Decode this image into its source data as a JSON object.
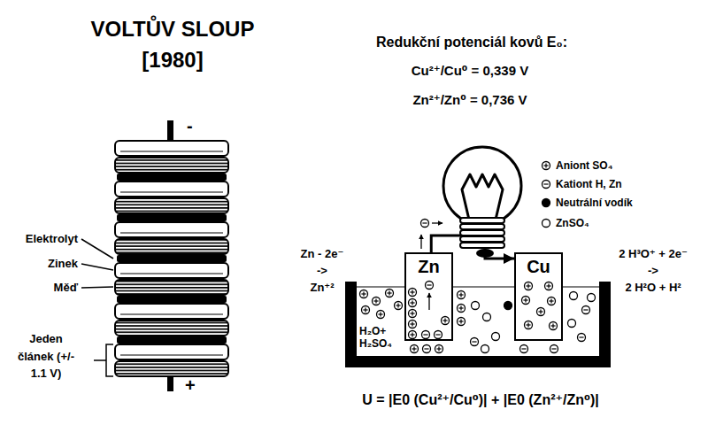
{
  "diagram": {
    "title": "VOLTŮV SLOUP",
    "nodes": [
      {
        "text": [
          "Zn"
        ]
      },
      {
        "text": [
          "Cu"
        ]
      }
    ],
    "edges": [
      {
        "from": 0,
        "to": 1,
        "arrow": "to"
      }
    ],
    "labels": [
      "[1980]",
      "-",
      "+",
      "Elektrolyt",
      "Zinek",
      "Měď",
      "Jeden článek (+/- 1.1 V)",
      "Redukční potenciál kovů E₀:",
      "Cu²⁺/Cu⁰ = 0,339 V",
      "Zn²⁺/Zn⁰ = 0,736 V",
      "Zn - 2e⁻",
      "->",
      "Zn⁺²",
      "2 H³O⁺ + 2e⁻",
      "->",
      "2 H²O + H²",
      "H₂O+ H₂SO₄",
      "U = |E0 (Cu²⁺/Cu⁰)| + |E0 (Zn²⁺/Zn⁰)|"
    ],
    "legend": [
      {
        "text": "Aniont SO₄"
      },
      {
        "text": "Kationt H, Zn"
      },
      {
        "text": "Neutrální vodík"
      },
      {
        "text": "ZnSO₄"
      }
    ]
  }
}
